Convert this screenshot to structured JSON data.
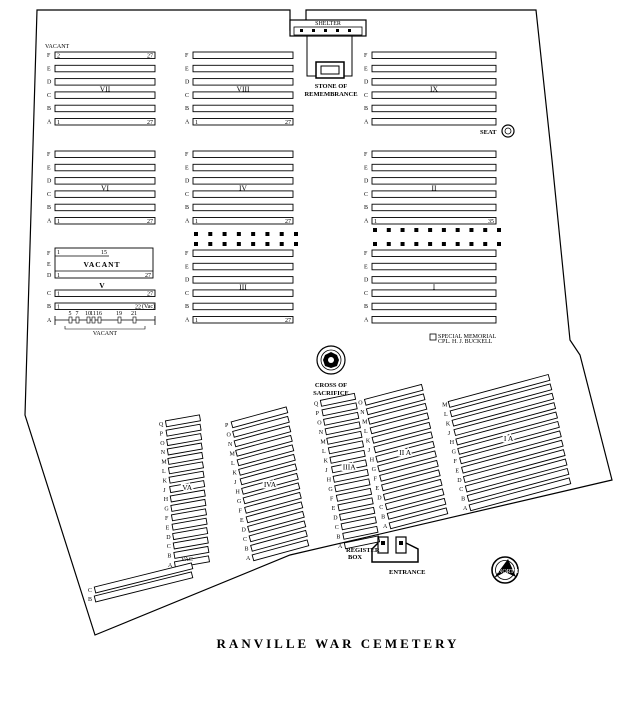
{
  "title": "RANVILLE   WAR   CEMETERY",
  "labels": {
    "shelter": "SHELTER",
    "stone_line1": "STONE OF",
    "stone_line2": "REMEMBRANCE",
    "seat": "SEAT",
    "cross_line1": "CROSS  OF",
    "cross_line2": "SACRIFICE",
    "register_line1": "REGISTER",
    "register_line2": "BOX",
    "entrance": "ENTRANCE",
    "vacant_top": "VACANT",
    "vacant_plot5": "VACANT",
    "vacant_bottom": "VACANT",
    "vac_small": "VAC",
    "vac_row": "(Vac)",
    "special_line1": "SPECIAL MEMORIAL",
    "special_line2": "CPL. H. J. BUCKELL",
    "north": "NORTH"
  },
  "row_letters": [
    "F",
    "E",
    "D",
    "C",
    "B",
    "A"
  ],
  "upper_plots": [
    {
      "name": "VII",
      "nums": {
        "F": [
          "2",
          "27"
        ],
        "A": [
          "1",
          "27"
        ]
      }
    },
    {
      "name": "VIII",
      "nums": {
        "A": [
          "1",
          "27"
        ]
      }
    },
    {
      "name": "IX",
      "nums": {}
    },
    {
      "name": "VI",
      "nums": {
        "A": [
          "1",
          "27"
        ]
      }
    },
    {
      "name": "IV",
      "nums": {
        "A": [
          "1",
          "27"
        ]
      }
    },
    {
      "name": "II",
      "nums": {
        "A": [
          "1",
          "35"
        ]
      }
    },
    {
      "name": "III",
      "nums": {
        "A": [
          "1",
          "27"
        ]
      }
    },
    {
      "name": "I",
      "nums": {}
    }
  ],
  "plot_v": {
    "name": "V",
    "f_nums": [
      "1",
      "15"
    ],
    "d_nums": [
      "1",
      "27"
    ],
    "c_nums": [
      "1",
      "27"
    ],
    "b_nums": [
      "1",
      "22"
    ],
    "a_nums": [
      "5",
      "7",
      "10",
      "11",
      "16",
      "19",
      "21"
    ]
  },
  "lower_plots": [
    {
      "name": "VA",
      "letters": [
        "Q",
        "P",
        "O",
        "N",
        "M",
        "L",
        "K",
        "J",
        "H",
        "G",
        "F",
        "E",
        "D",
        "C",
        "B",
        "A"
      ]
    },
    {
      "name": "IVA",
      "letters": [
        "A",
        "B",
        "C",
        "D",
        "E",
        "F",
        "G",
        "H",
        "J",
        "K",
        "L",
        "M",
        "N",
        "O",
        "P"
      ]
    },
    {
      "name": "IIIA",
      "letters": [
        "Q",
        "P",
        "O",
        "N",
        "M",
        "L",
        "K",
        "J",
        "H",
        "G",
        "F",
        "E",
        "D",
        "C",
        "B",
        "A"
      ]
    },
    {
      "name": "II A",
      "letters": [
        "O",
        "N",
        "M",
        "L",
        "K",
        "J",
        "H",
        "G",
        "F",
        "E",
        "D",
        "C",
        "B",
        "A"
      ]
    },
    {
      "name": "I A",
      "letters": [
        "M",
        "L",
        "K",
        "J",
        "H",
        "G",
        "F",
        "E",
        "D",
        "C",
        "B",
        "A"
      ]
    }
  ],
  "bottom_rows": [
    "C",
    "B"
  ]
}
